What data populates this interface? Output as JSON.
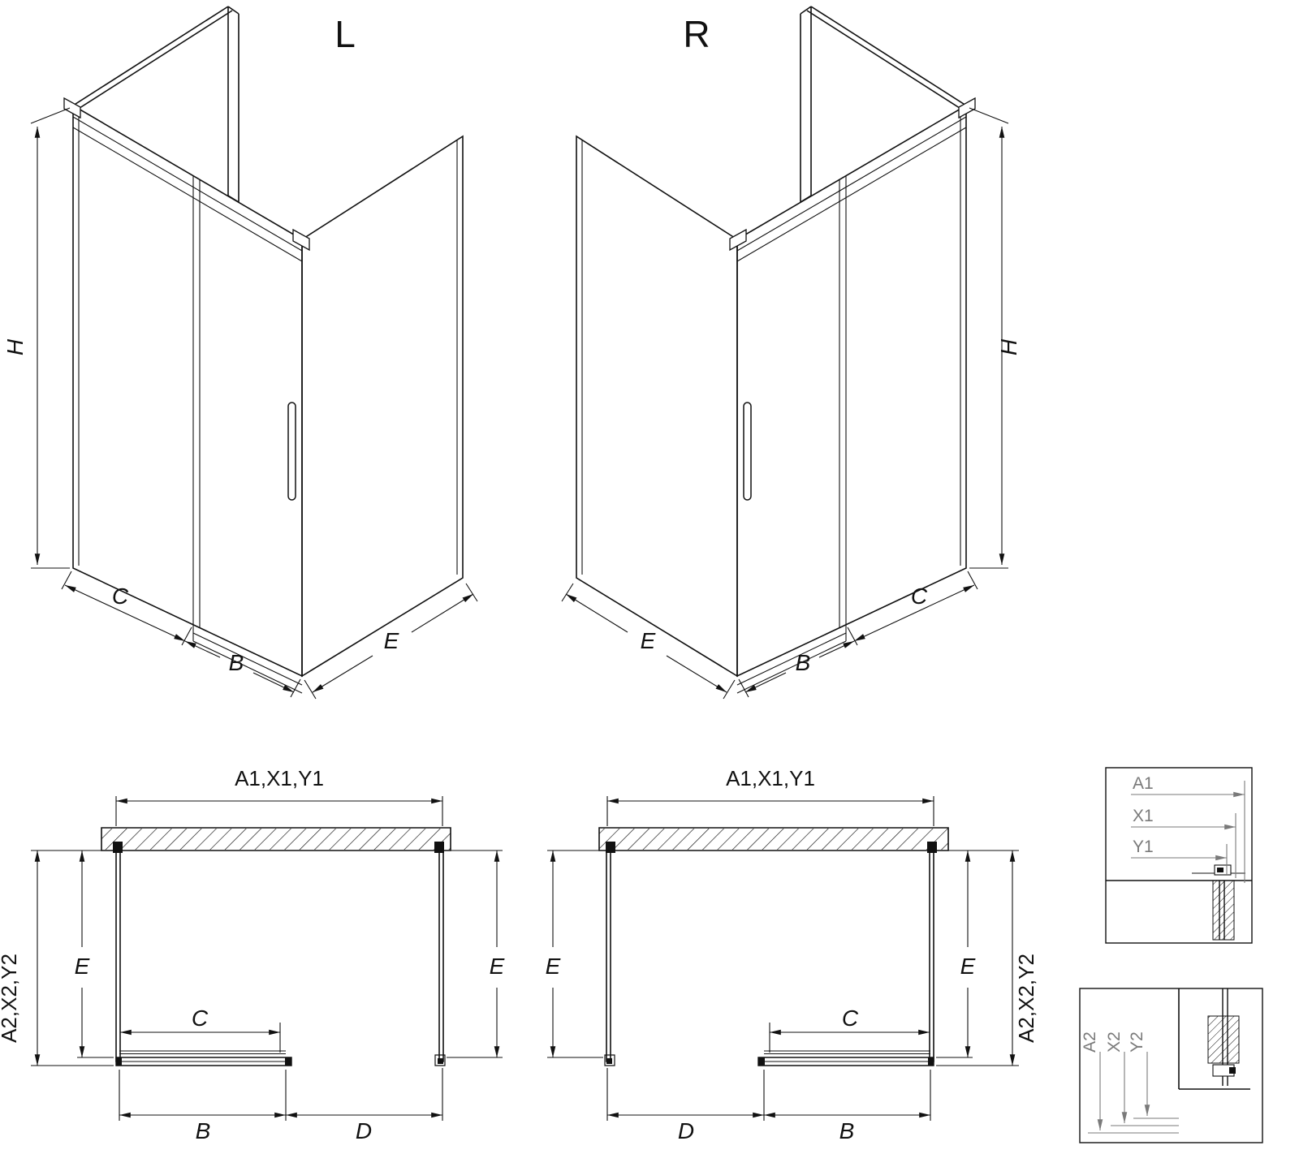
{
  "colors": {
    "line": "#111111",
    "detail_text": "#7a7a7a",
    "background": "#ffffff"
  },
  "views": {
    "iso_left": {
      "title": "L",
      "dim_height": "H",
      "dim_fixed": "C",
      "dim_door": "B",
      "dim_side": "E"
    },
    "iso_right": {
      "title": "R",
      "dim_height": "H",
      "dim_fixed": "C",
      "dim_door": "B",
      "dim_side": "E"
    },
    "plan_left": {
      "dim_top": "A1,X1,Y1",
      "dim_outer": "A2,X2,Y2",
      "dim_depth_left": "E",
      "dim_depth_right": "E",
      "dim_clear": "C",
      "dim_door": "B",
      "dim_opening": "D"
    },
    "plan_right": {
      "dim_top": "A1,X1,Y1",
      "dim_outer": "A2,X2,Y2",
      "dim_depth_left": "E",
      "dim_depth_right": "E",
      "dim_clear": "C",
      "dim_door": "B",
      "dim_opening": "D"
    },
    "detail_top": {
      "labels": [
        "A1",
        "X1",
        "Y1"
      ]
    },
    "detail_bottom": {
      "labels": [
        "A2",
        "X2",
        "Y2"
      ]
    }
  }
}
